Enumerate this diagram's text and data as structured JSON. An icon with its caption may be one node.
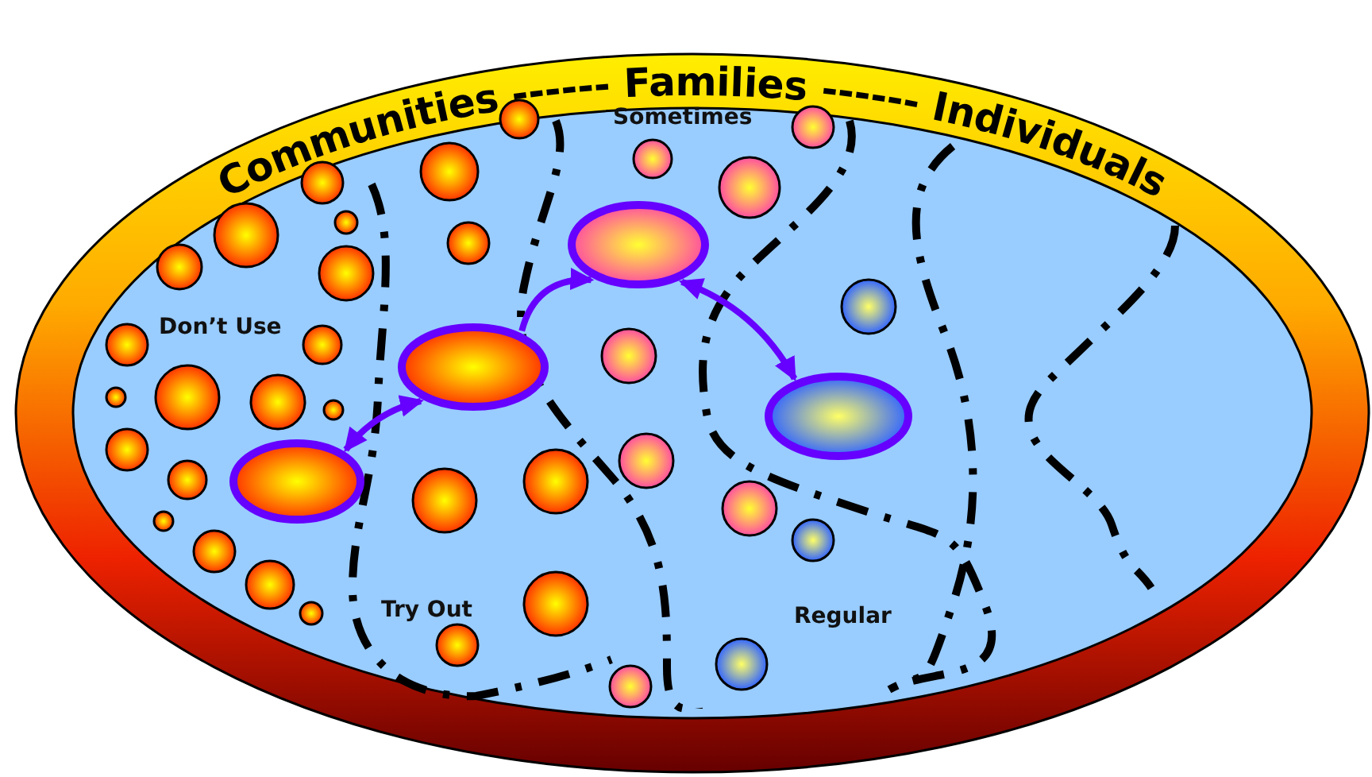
{
  "diagram": {
    "nodes": [
      {
        "text": [
          "Communities ------ Families ------ Individuals"
        ]
      },
      {
        "text": [],
        "shape": "ellipse",
        "in": 0
      },
      {
        "text": [],
        "shape": "ellipse",
        "in": 0
      },
      {
        "text": [],
        "shape": "ellipse",
        "in": 0
      },
      {
        "text": [],
        "shape": "ellipse",
        "in": 0
      }
    ],
    "edges": [
      {
        "from": 1,
        "to": 2,
        "arrow": "both"
      },
      {
        "from": 2,
        "to": 3,
        "arrow": "to"
      },
      {
        "from": 3,
        "to": 4,
        "arrow": "both"
      }
    ],
    "labels": [
      "Sometimes",
      "Don’t Use",
      "Try Out",
      "Regular"
    ]
  }
}
